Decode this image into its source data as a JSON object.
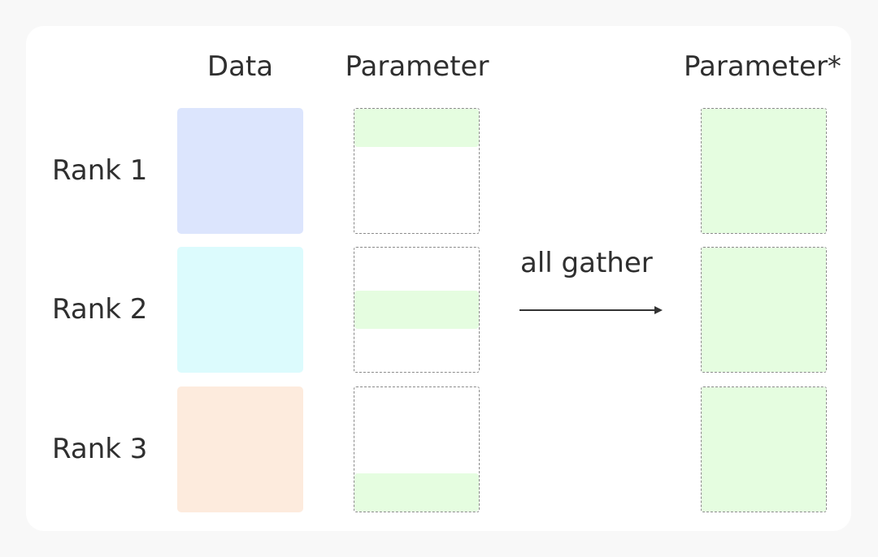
{
  "headers": {
    "data": "Data",
    "parameter": "Parameter",
    "parameter_star": "Parameter*"
  },
  "ranks": [
    {
      "label": "Rank 1",
      "color": "#dce5fd",
      "shard_index": 0
    },
    {
      "label": "Rank 2",
      "color": "#dcfbfd",
      "shard_index": 1
    },
    {
      "label": "Rank 3",
      "color": "#fdebdd",
      "shard_index": 2
    }
  ],
  "operation": {
    "label": "all gather"
  },
  "colors": {
    "parameter_fill": "#e5fde0",
    "dashed_border": "#8a8a8a",
    "arrow": "#333333"
  }
}
